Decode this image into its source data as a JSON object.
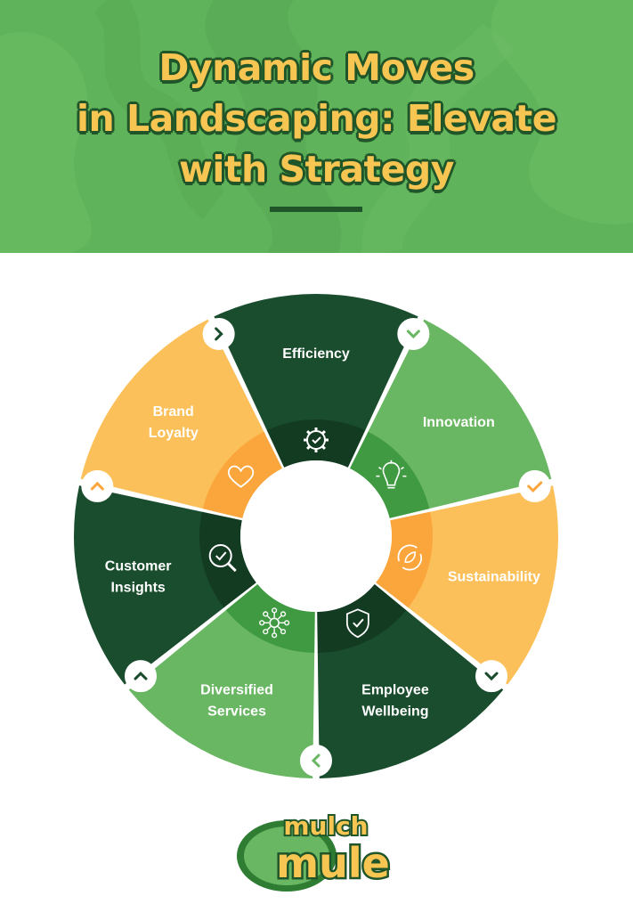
{
  "title": {
    "line1": "Dynamic Moves",
    "line2": "in Landscaping: Elevate",
    "line3": "with Strategy"
  },
  "colors": {
    "header_bg": "#5fb35a",
    "title_fill": "#f7c552",
    "title_outline": "#1f5528",
    "dark_green": "#1a4d2e",
    "light_green": "#6ab763",
    "yellow": "#fcc05a",
    "orange": "#fba63d"
  },
  "segments": [
    {
      "key": "efficiency",
      "label_lines": [
        "Efficiency"
      ],
      "icon": "gear-check-icon",
      "style": "dark",
      "arrow": "chevron-down-icon"
    },
    {
      "key": "innovation",
      "label_lines": [
        "Innovation"
      ],
      "icon": "lightbulb-icon",
      "style": "light",
      "arrow": "check-chevron-icon"
    },
    {
      "key": "sustainability",
      "label_lines": [
        "Sustainability"
      ],
      "icon": "recycle-leaf-icon",
      "style": "yellow",
      "arrow": "chevron-down-icon"
    },
    {
      "key": "employee-wellbeing",
      "label_lines": [
        "Employee",
        "Wellbeing"
      ],
      "icon": "shield-check-icon",
      "style": "dark",
      "arrow": "chevron-left-icon"
    },
    {
      "key": "diversified-services",
      "label_lines": [
        "Diversified",
        "Services"
      ],
      "icon": "network-icon",
      "style": "light",
      "arrow": "chevron-up-icon"
    },
    {
      "key": "customer-insights",
      "label_lines": [
        "Customer",
        "Insights"
      ],
      "icon": "magnifier-check-icon",
      "style": "dark",
      "arrow": "chevron-up-icon"
    },
    {
      "key": "brand-loyalty",
      "label_lines": [
        "Brand",
        "Loyalty"
      ],
      "icon": "heart-icon",
      "style": "yellow",
      "arrow": "chevron-right-icon"
    }
  ],
  "logo": {
    "line1": "mulch",
    "line2": "mule"
  }
}
